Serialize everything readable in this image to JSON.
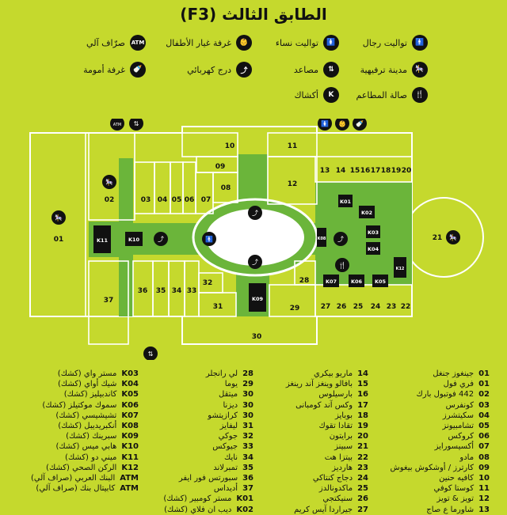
{
  "title": "الطابق الثالث (F3)",
  "legend": [
    {
      "icon": "men-toilet-icon",
      "symbol": "🚹",
      "label": "تواليت رجال"
    },
    {
      "icon": "women-toilet-icon",
      "symbol": "🚺",
      "label": "تواليت نساء"
    },
    {
      "icon": "baby-change-icon",
      "symbol": "👶",
      "label": "غرفة غيار الأطفال"
    },
    {
      "icon": "atm-icon",
      "symbol": "ATM",
      "label": "صرّاف آلي"
    },
    {
      "icon": "entertainment-icon",
      "symbol": "🎠",
      "label": "مدينة ترفيهية"
    },
    {
      "icon": "elevator-icon",
      "symbol": "⇅",
      "label": "مصاعد"
    },
    {
      "icon": "escalator-icon",
      "symbol": "⤴",
      "label": "درج كهربائي"
    },
    {
      "icon": "nursing-room-icon",
      "symbol": "🍼",
      "label": "غرفة أمومة"
    },
    {
      "icon": "food-court-icon",
      "symbol": "🍴",
      "label": "صالة المطاعم"
    },
    {
      "icon": "kiosk-icon",
      "symbol": "K",
      "label": "أكشاك"
    }
  ],
  "map": {
    "units": [
      "01",
      "02",
      "03",
      "04",
      "05",
      "06",
      "07",
      "08",
      "09",
      "10",
      "11",
      "12",
      "13",
      "14",
      "15",
      "16",
      "17",
      "18",
      "19",
      "20",
      "21",
      "22",
      "23",
      "24",
      "25",
      "26",
      "27",
      "28",
      "29",
      "30",
      "31",
      "32",
      "33",
      "34",
      "35",
      "36",
      "37"
    ],
    "kiosks": [
      "K01",
      "K02",
      "K03",
      "K04",
      "K05",
      "K06",
      "K07",
      "K08",
      "K09",
      "K10",
      "K11",
      "K12"
    ]
  },
  "directory": {
    "col1": [
      {
        "c": "01",
        "n": "جينغوز جنغل"
      },
      {
        "c": "01",
        "n": "فري فول"
      },
      {
        "c": "02",
        "n": "442 فوتبول بارك"
      },
      {
        "c": "03",
        "n": "كونفرس"
      },
      {
        "c": "04",
        "n": "سكيتشرز"
      },
      {
        "c": "05",
        "n": "تشامبيونز"
      },
      {
        "c": "06",
        "n": "كروكس"
      },
      {
        "c": "07",
        "n": "أكسيسورايز"
      },
      {
        "c": "08",
        "n": "مادو"
      },
      {
        "c": "09",
        "n": "كارترز / أوشكوش بيغوش"
      },
      {
        "c": "10",
        "n": "كافيه حنين"
      },
      {
        "c": "11",
        "n": "كوستا كوفي"
      },
      {
        "c": "12",
        "n": "تويز & تويز"
      },
      {
        "c": "13",
        "n": "شاورما ع صاج"
      }
    ],
    "col2": [
      {
        "c": "14",
        "n": "ماريو بيكري"
      },
      {
        "c": "15",
        "n": "بافالو وينغز آند رينغز"
      },
      {
        "c": "16",
        "n": "بارسيلوس"
      },
      {
        "c": "17",
        "n": "وكس آند كومبانى"
      },
      {
        "c": "18",
        "n": "بوبايز"
      },
      {
        "c": "19",
        "n": "تقادا تقوك"
      },
      {
        "c": "20",
        "n": "برايتون"
      },
      {
        "c": "21",
        "n": "سبينز"
      },
      {
        "c": "22",
        "n": "بيتزا هت"
      },
      {
        "c": "23",
        "n": "هارديز"
      },
      {
        "c": "24",
        "n": "دجاج كنتاكي"
      },
      {
        "c": "25",
        "n": "ماكدونالدز"
      },
      {
        "c": "26",
        "n": "سنيكتجي"
      },
      {
        "c": "27",
        "n": "جيراردا آيس كريم"
      }
    ],
    "col3": [
      {
        "c": "28",
        "n": "لي رانجلر"
      },
      {
        "c": "29",
        "n": "يوما"
      },
      {
        "c": "30",
        "n": "ميتقل"
      },
      {
        "c": "30",
        "n": "ديزنا"
      },
      {
        "c": "30",
        "n": "كرازيتشو"
      },
      {
        "c": "31",
        "n": "ليفايز"
      },
      {
        "c": "32",
        "n": "جوكي"
      },
      {
        "c": "33",
        "n": "جيوكس"
      },
      {
        "c": "34",
        "n": "نايك"
      },
      {
        "c": "35",
        "n": "تمبرلاند"
      },
      {
        "c": "36",
        "n": "سبورتس فور ايفر"
      },
      {
        "c": "37",
        "n": "أديداس"
      },
      {
        "c": "K01",
        "n": "مستر كومبير (كشك)"
      },
      {
        "c": "K02",
        "n": "ديب ان فلاي (كشك)"
      }
    ],
    "col4": [
      {
        "c": "K03",
        "n": "مستر واي (كشك)"
      },
      {
        "c": "K04",
        "n": "شيك أواي (كشك)"
      },
      {
        "c": "K05",
        "n": "كاندبيليز (كشك)"
      },
      {
        "c": "K06",
        "n": "سموك موكتيلز (كشك)"
      },
      {
        "c": "K07",
        "n": "تشيشيسي (كشك)"
      },
      {
        "c": "K08",
        "n": "أنكبريديبل (كشك)"
      },
      {
        "c": "K09",
        "n": "سبرينك (كشك)"
      },
      {
        "c": "K10",
        "n": "هابي ميس (كشك)"
      },
      {
        "c": "K11",
        "n": "ميني دو (كشك)"
      },
      {
        "c": "K12",
        "n": "الركن الصحي (كشك)"
      },
      {
        "c": "ATM",
        "n": "البنك العربي (صراف آلي)"
      },
      {
        "c": "ATM",
        "n": "كابيتال بنك (صراف آلي)"
      }
    ]
  },
  "colors": {
    "background": "#c5d92d",
    "corridor": "#6bb53a",
    "dark": "#111111",
    "unit_fill": "#c5d92d",
    "unit_stroke": "#ffffff"
  }
}
